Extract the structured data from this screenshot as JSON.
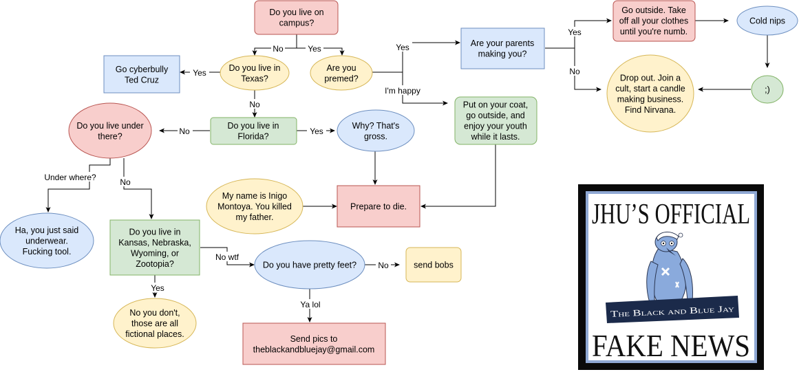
{
  "colors": {
    "red_fill": "#f8cecc",
    "red_stroke": "#b85450",
    "blue_fill": "#dae8fc",
    "blue_stroke": "#6c8ebf",
    "yellow_fill": "#fff2cc",
    "yellow_stroke": "#d6b656",
    "green_fill": "#d5e8d4",
    "green_stroke": "#82b366",
    "logo_navy": "#1b2a4a",
    "logo_blue": "#8fa8d3",
    "logo_bird": "#8aaadc"
  },
  "nodes": {
    "campus": {
      "lines": [
        "Do you live on",
        "campus?"
      ]
    },
    "cyberbully": {
      "lines": [
        "Go cyberbully",
        "Ted Cruz"
      ]
    },
    "texas": {
      "lines": [
        "Do you live in",
        "Texas?"
      ]
    },
    "premed": {
      "lines": [
        "Are you",
        "premed?"
      ]
    },
    "parents": {
      "lines": [
        "Are your parents",
        "making you?"
      ]
    },
    "clothes": {
      "lines": [
        "Go outside. Take",
        "off all your clothes",
        "until you're numb."
      ]
    },
    "coldnips": {
      "lines": [
        "Cold nips"
      ]
    },
    "wink": {
      "lines": [
        ";)"
      ]
    },
    "dropout": {
      "lines": [
        "Drop out. Join a",
        "cult, start a candle",
        "making business.",
        "Find Nirvana."
      ]
    },
    "coat": {
      "lines": [
        "Put on your coat,",
        "go outside, and",
        "enjoy your youth",
        "while it lasts."
      ]
    },
    "underthere": {
      "lines": [
        "Do you live under",
        "there?"
      ]
    },
    "florida": {
      "lines": [
        "Do you live in",
        "Florida?"
      ]
    },
    "gross": {
      "lines": [
        "Why? That's",
        "gross."
      ]
    },
    "inigo": {
      "lines": [
        "My name is Inigo",
        "Montoya. You killed",
        "my father."
      ]
    },
    "prepare": {
      "lines": [
        "Prepare to die."
      ]
    },
    "underwear": {
      "lines": [
        "Ha, you just said",
        "underwear.",
        "Fucking tool."
      ]
    },
    "kansas": {
      "lines": [
        "Do you live in",
        "Kansas, Nebraska,",
        "Wyoming, or",
        "Zootopia?"
      ]
    },
    "fictional": {
      "lines": [
        "No you don't,",
        "those are all",
        "fictional places."
      ]
    },
    "feet": {
      "lines": [
        "Do you have pretty feet?"
      ]
    },
    "bobs": {
      "lines": [
        "send bobs"
      ]
    },
    "pics": {
      "lines": [
        "Send pics to",
        "theblackandbluejay@gmail.com"
      ]
    }
  },
  "edge_labels": {
    "campus_no": "No",
    "campus_yes": "Yes",
    "texas_yes": "Yes",
    "texas_no": "No",
    "premed_yes": "Yes",
    "premed_happy": "I'm happy",
    "parents_yes": "Yes",
    "parents_no": "No",
    "florida_no": "No",
    "florida_yes": "Yes",
    "under_where": "Under where?",
    "under_no": "No",
    "kansas_yes": "Yes",
    "kansas_nowtf": "No wtf",
    "feet_no": "No",
    "feet_yalol": "Ya lol"
  },
  "logo": {
    "top_text": "JHU’S OFFICIAL",
    "banner_text": "The Black and Blue Jay",
    "bottom_text": "FAKE NEWS"
  }
}
